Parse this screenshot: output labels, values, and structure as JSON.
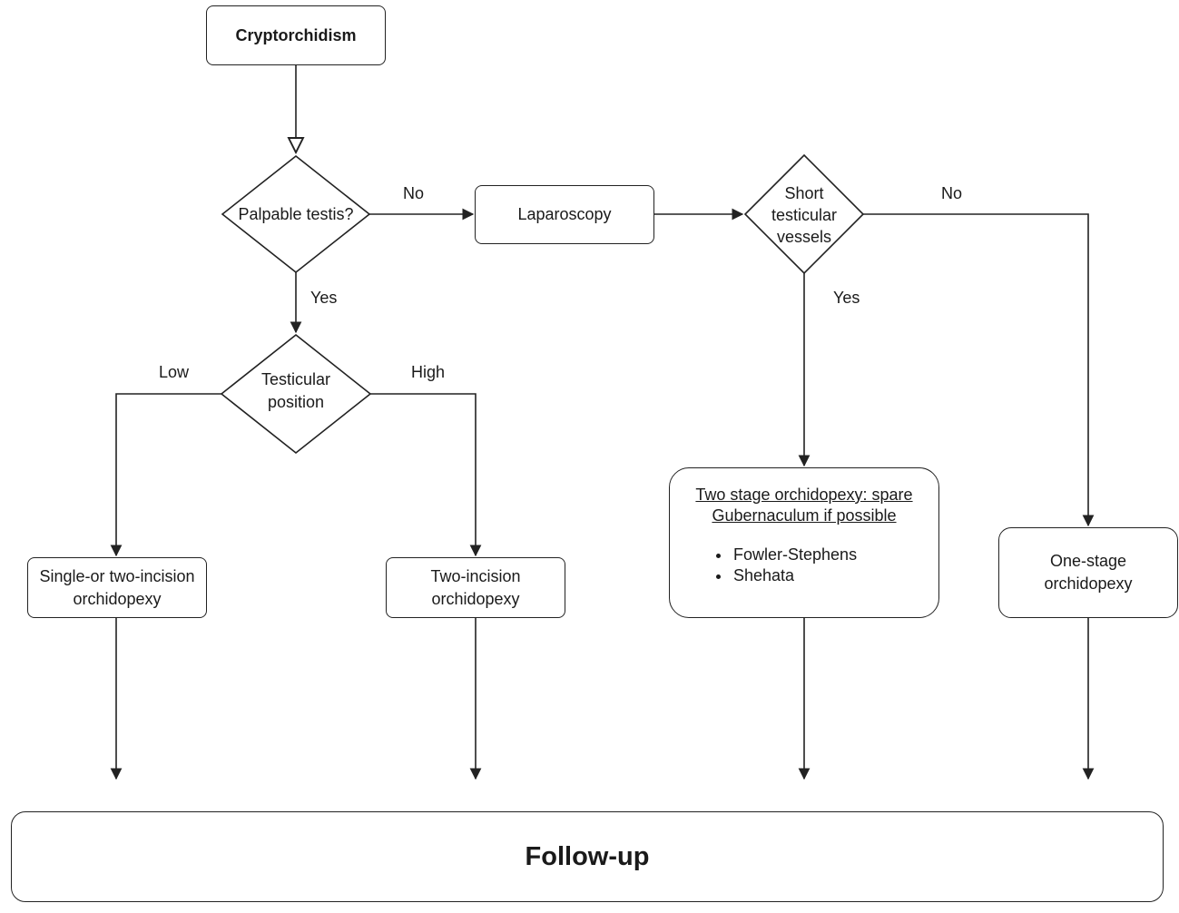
{
  "nodes": {
    "start": "Cryptorchidism",
    "palpable_decision": "Palpable testis?",
    "laparoscopy": "Laparoscopy",
    "vessels_decision": [
      "Short",
      "testicular",
      "vessels"
    ],
    "position_decision": [
      "Testicular",
      "position"
    ],
    "single_or_two_incision": [
      "Single-or two-incision",
      "orchidopexy"
    ],
    "two_incision": [
      "Two-incision",
      "orchidopexy"
    ],
    "two_stage": {
      "title": [
        "Two stage orchidopexy: spare",
        "Gubernaculum if possible"
      ],
      "items": [
        "Fowler-Stephens",
        "Shehata"
      ]
    },
    "one_stage": [
      "One-stage",
      "orchidopexy"
    ],
    "follow_up": "Follow-up"
  },
  "edge_labels": {
    "palpable_no": "No",
    "palpable_yes": "Yes",
    "position_low": "Low",
    "position_high": "High",
    "vessels_no": "No",
    "vessels_yes": "Yes"
  },
  "colors": {
    "stroke": "#222222",
    "text": "#1a1a1a",
    "background": "#ffffff"
  }
}
